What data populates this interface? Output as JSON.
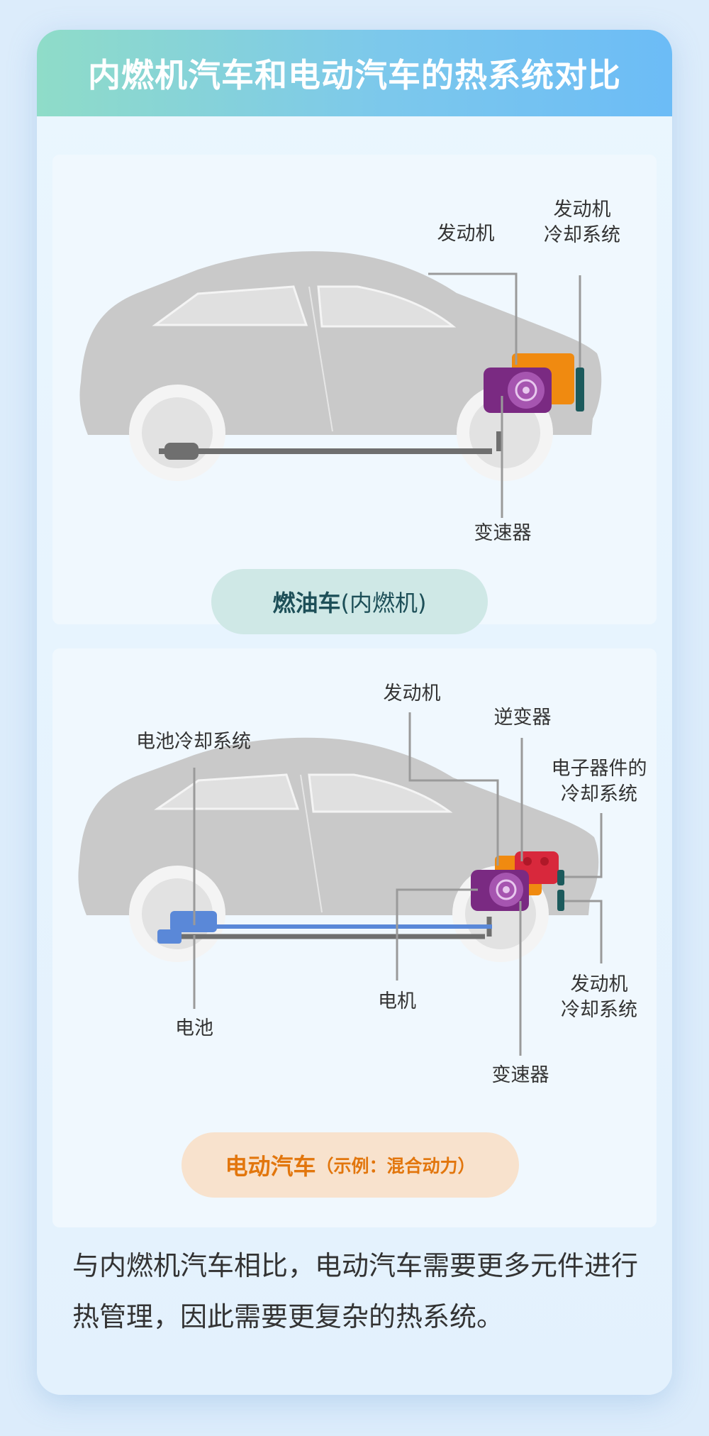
{
  "title": "内燃机汽车和电动汽车的热系统对比",
  "ice": {
    "labels": {
      "engine": "发动机",
      "engine_cooling_1": "发动机",
      "engine_cooling_2": "冷却系统",
      "transmission": "变速器"
    },
    "pill_main": "燃油车",
    "pill_sub": "(内燃机)"
  },
  "ev": {
    "labels": {
      "battery_cooling": "电池冷却系统",
      "engine": "发动机",
      "inverter": "逆变器",
      "electronics_cooling_1": "电子器件的",
      "electronics_cooling_2": "冷却系统",
      "motor": "电机",
      "battery": "电池",
      "transmission": "变速器",
      "engine_cooling_1": "发动机",
      "engine_cooling_2": "冷却系统"
    },
    "pill_main": "电动汽车",
    "pill_sub": "（示例：混合动力）"
  },
  "summary": "与内燃机汽车相比，电动汽车需要更多元件进行热管理，因此需要更复杂的热系统。",
  "colors": {
    "engine": "#f08a10",
    "transmission": "#7a2a82",
    "inverter": "#d8283c",
    "battery": "#5a88d8",
    "radiator": "#1c5a5c",
    "car_body": "#c9c9c9"
  }
}
